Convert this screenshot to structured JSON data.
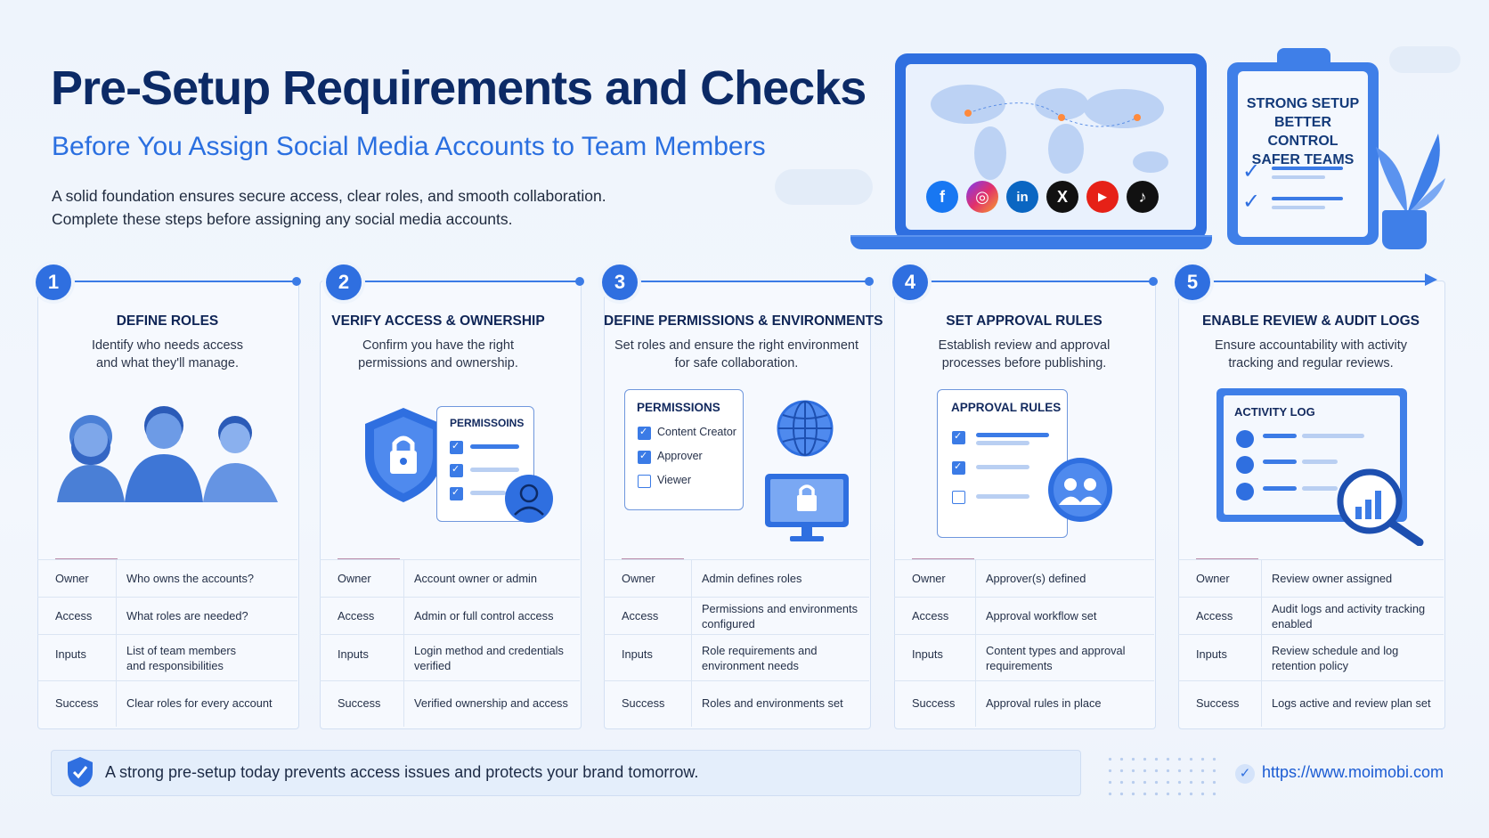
{
  "header": {
    "title": "Pre-Setup Requirements and Checks",
    "subtitle": "Before You Assign Social Media Accounts to Team Members",
    "intro_line1": "A solid foundation ensures secure access, clear roles, and smooth collaboration.",
    "intro_line2": "Complete these steps before assigning any social media accounts."
  },
  "hero": {
    "social_icons": [
      "facebook-icon",
      "instagram-icon",
      "linkedin-icon",
      "x-icon",
      "youtube-icon",
      "tiktok-icon"
    ],
    "clipboard_line1": "STRONG SETUP",
    "clipboard_line2": "BETTER CONTROL",
    "clipboard_line3": "SAFER TEAMS"
  },
  "steps": [
    {
      "number": "1",
      "title": "DEFINE ROLES",
      "desc1": "Identify who needs access",
      "desc2": "and what they'll manage.",
      "rows": [
        {
          "key": "Owner",
          "value1": "Who owns the accounts?",
          "value2": ""
        },
        {
          "key": "Access",
          "value1": "What roles are needed?",
          "value2": ""
        },
        {
          "key": "Inputs",
          "value1": "List of team members",
          "value2": "and responsibilities"
        },
        {
          "key": "Success",
          "value1": "Clear roles for every account",
          "value2": ""
        }
      ]
    },
    {
      "number": "2",
      "title": "VERIFY ACCESS & OWNERSHIP",
      "desc1": "Confirm you have the right",
      "desc2": "permissions and ownership.",
      "panel_title": "PERMISSOINS",
      "rows": [
        {
          "key": "Owner",
          "value1": "Account owner or admin",
          "value2": ""
        },
        {
          "key": "Access",
          "value1": "Admin or full control access",
          "value2": ""
        },
        {
          "key": "Inputs",
          "value1": "Login method and credentials",
          "value2": "verified"
        },
        {
          "key": "Success",
          "value1": "Verified ownership and access",
          "value2": ""
        }
      ]
    },
    {
      "number": "3",
      "title": "DEFINE PERMISSIONS & ENVIRONMENTS",
      "desc1": "Set roles and ensure the right environment",
      "desc2": "for safe collaboration.",
      "panel_title": "PERMISSIONS",
      "options": [
        "Content Creator",
        "Approver",
        "Viewer"
      ],
      "rows": [
        {
          "key": "Owner",
          "value1": "Admin defines roles",
          "value2": ""
        },
        {
          "key": "Access",
          "value1": "Permissions and environments",
          "value2": "configured"
        },
        {
          "key": "Inputs",
          "value1": "Role requirements and",
          "value2": "environment needs"
        },
        {
          "key": "Success",
          "value1": "Roles and environments set",
          "value2": ""
        }
      ]
    },
    {
      "number": "4",
      "title": "SET APPROVAL RULES",
      "desc1": "Establish review and approval",
      "desc2": "processes before publishing.",
      "panel_title": "APPROVAL RULES",
      "rows": [
        {
          "key": "Owner",
          "value1": "Approver(s) defined",
          "value2": ""
        },
        {
          "key": "Access",
          "value1": "Approval workflow set",
          "value2": ""
        },
        {
          "key": "Inputs",
          "value1": "Content types and approval",
          "value2": "requirements"
        },
        {
          "key": "Success",
          "value1": "Approval rules in place",
          "value2": ""
        }
      ]
    },
    {
      "number": "5",
      "title": "ENABLE REVIEW & AUDIT LOGS",
      "desc1": "Ensure accountability with activity",
      "desc2": "tracking and regular reviews.",
      "panel_title": "ACTIVITY LOG",
      "rows": [
        {
          "key": "Owner",
          "value1": "Review owner assigned",
          "value2": ""
        },
        {
          "key": "Access",
          "value1": "Audit logs and activity tracking",
          "value2": "enabled"
        },
        {
          "key": "Inputs",
          "value1": "Review schedule and log",
          "value2": "retention policy"
        },
        {
          "key": "Success",
          "value1": "Logs active and review plan set",
          "value2": ""
        }
      ]
    }
  ],
  "footer": {
    "message": "A strong pre-setup today prevents access issues and protects your brand tomorrow.",
    "url": "https://www.moimobi.com"
  },
  "colors": {
    "primary": "#2f6fe0",
    "title": "#0c2a66",
    "subtitle": "#2a6fe0",
    "background": "#eef4fc"
  }
}
